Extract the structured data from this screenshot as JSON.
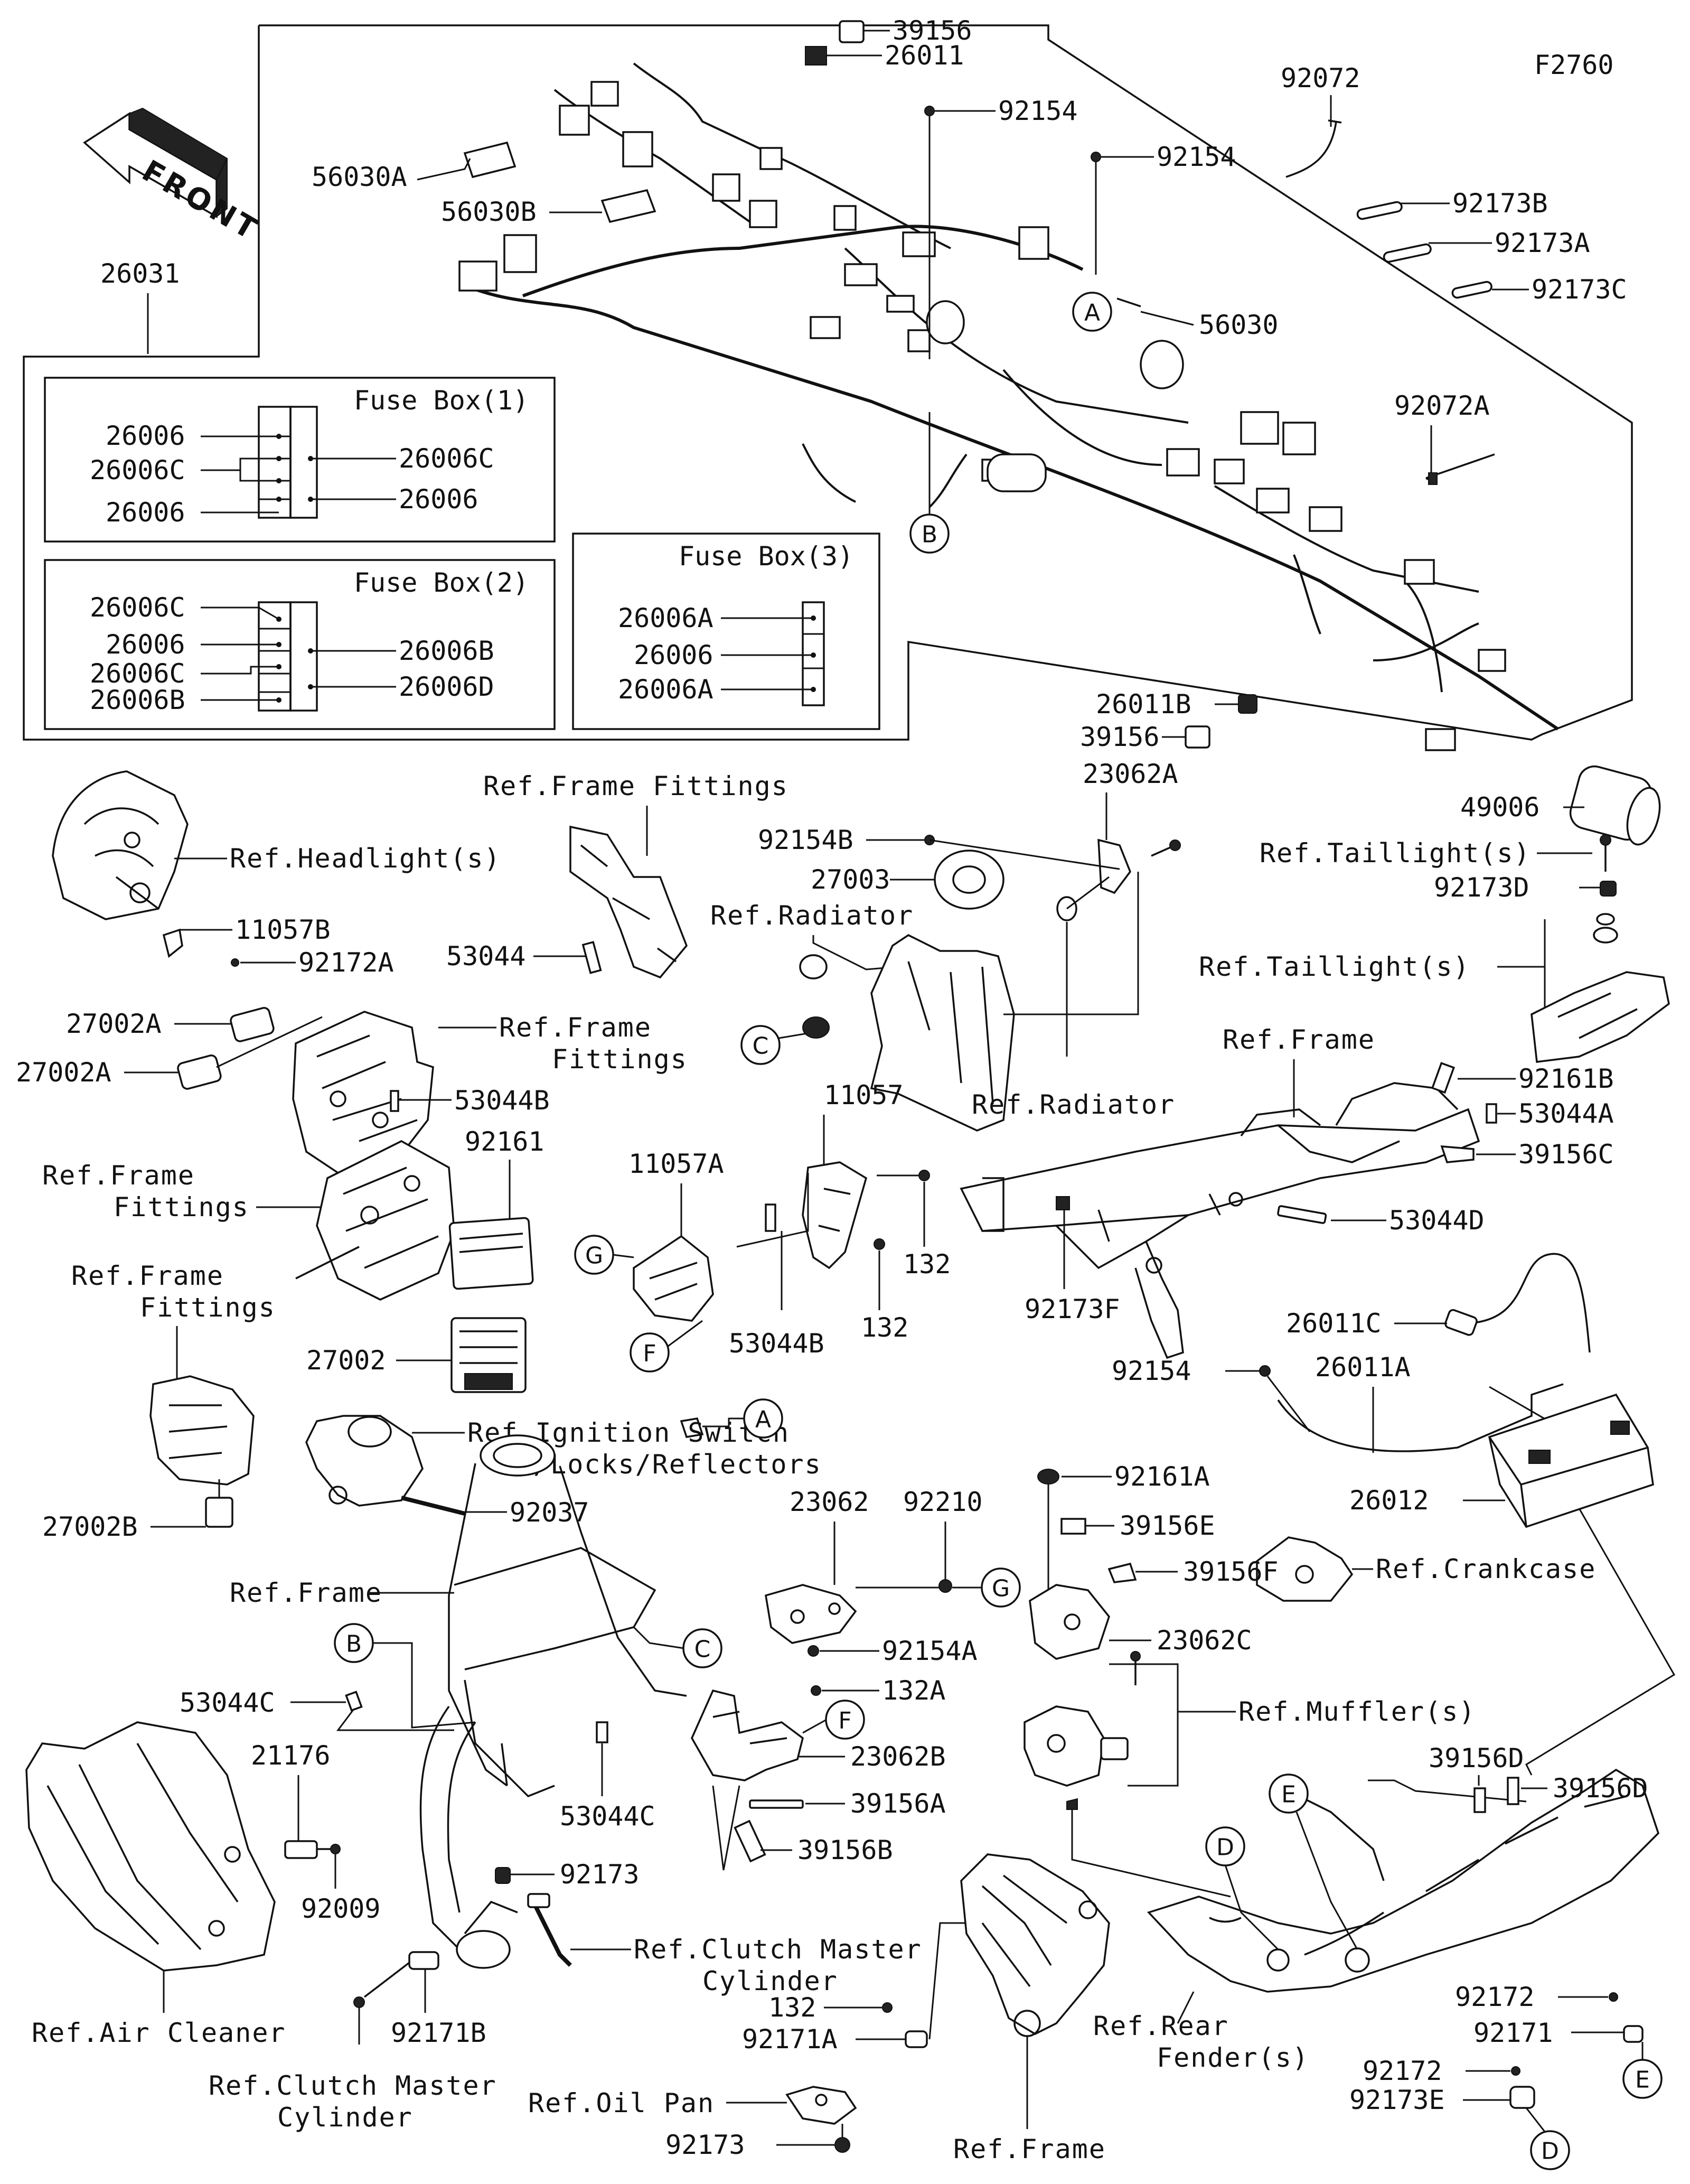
{
  "figure_code": "F2760",
  "front_label": "FRONT",
  "fuse_boxes": {
    "box1": {
      "title": "Fuse Box(1)",
      "left": [
        "26006",
        "26006C",
        "26006"
      ],
      "right": [
        "26006C",
        "26006"
      ]
    },
    "box2": {
      "title": "Fuse Box(2)",
      "left": [
        "26006C",
        "26006",
        "26006C",
        "26006B"
      ],
      "right": [
        "26006B",
        "26006D"
      ]
    },
    "box3": {
      "title": "Fuse Box(3)",
      "left": [
        "26006A",
        "26006",
        "26006A"
      ]
    }
  },
  "part_labels": {
    "p39156_top": "39156",
    "p26011": "26011",
    "p92154_a": "92154",
    "p92154_b": "92154",
    "p92072": "92072",
    "p92173B": "92173B",
    "p92173A": "92173A",
    "p92173C": "92173C",
    "p56030A": "56030A",
    "p56030B": "56030B",
    "p56030": "56030",
    "p26031": "26031",
    "p92072A": "92072A",
    "p26011B": "26011B",
    "p39156_mid": "39156",
    "p49006": "49006",
    "p92154B": "92154B",
    "p27003": "27003",
    "p23062A": "23062A",
    "p11057B": "11057B",
    "p92172A": "92172A",
    "p53044": "53044",
    "p92173D": "92173D",
    "p27002A_1": "27002A",
    "p27002A_2": "27002A",
    "p53044B_top": "53044B",
    "p92161": "92161",
    "p92161B": "92161B",
    "p53044A": "53044A",
    "p39156C": "39156C",
    "p11057": "11057",
    "p11057A": "11057A",
    "p132_a": "132",
    "p132_b": "132",
    "p53044B_mid": "53044B",
    "p27002": "27002",
    "p92173F": "92173F",
    "p53044D": "53044D",
    "p26011C": "26011C",
    "p92154_c": "92154",
    "p26011A": "26011A",
    "p26012": "26012",
    "p27002B": "27002B",
    "p92037": "92037",
    "p23062": "23062",
    "p92210": "92210",
    "p92161A": "92161A",
    "p39156E": "39156E",
    "p39156F": "39156F",
    "p23062C": "23062C",
    "p92154A": "92154A",
    "p132A": "132A",
    "p53044C_a": "53044C",
    "p53044C_b": "53044C",
    "p23062B": "23062B",
    "p39156A": "39156A",
    "p39156B": "39156B",
    "p21176": "21176",
    "p92009": "92009",
    "p92173": "92173",
    "p92171B": "92171B",
    "p132_c": "132",
    "p92171A": "92171A",
    "p92173_bot": "92173",
    "p39156D_a": "39156D",
    "p39156D_b": "39156D",
    "p92172_a": "92172",
    "p92171": "92171",
    "p92172_b": "92172",
    "p92173E": "92173E"
  },
  "ref_labels": {
    "frame_fittings_top": "Ref.Frame Fittings",
    "headlights": "Ref.Headlight(s)",
    "radiator_top": "Ref.Radiator",
    "taillight_1": "Ref.Taillight(s)",
    "taillight_2": "Ref.Taillight(s)",
    "frame_fittings_mid_1": "Ref.Frame",
    "frame_fittings_mid_2": "Fittings",
    "radiator_bot": "Ref.Radiator",
    "frame_right": "Ref.Frame",
    "frame_fittings_left_1": "Ref.Frame",
    "frame_fittings_left_2": "Fittings",
    "frame_fittings_low_1": "Ref.Frame",
    "frame_fittings_low_2": "Fittings",
    "ignition_1": "Ref.Ignition Switch",
    "ignition_2": "/Locks/Reflectors",
    "crankcase": "Ref.Crankcase",
    "frame_center": "Ref.Frame",
    "mufflers": "Ref.Muffler(s)",
    "clutch_1": "Ref.Clutch Master",
    "clutch_2": "Cylinder",
    "air_cleaner": "Ref.Air Cleaner",
    "clutch_b_1": "Ref.Clutch Master",
    "clutch_b_2": "Cylinder",
    "oil_pan": "Ref.Oil Pan",
    "frame_bottom": "Ref.Frame",
    "rear_fender_1": "Ref.Rear",
    "rear_fender_2": "Fender(s)"
  },
  "callouts": {
    "A_top": "A",
    "B_top": "B",
    "C_left": "C",
    "G_left": "G",
    "F_left": "F",
    "A_mid": "A",
    "G_mid": "G",
    "B_mid": "B",
    "C_mid": "C",
    "F_mid": "F",
    "D_fender": "D",
    "E_fender": "E",
    "E_bot": "E",
    "D_bot": "D"
  }
}
